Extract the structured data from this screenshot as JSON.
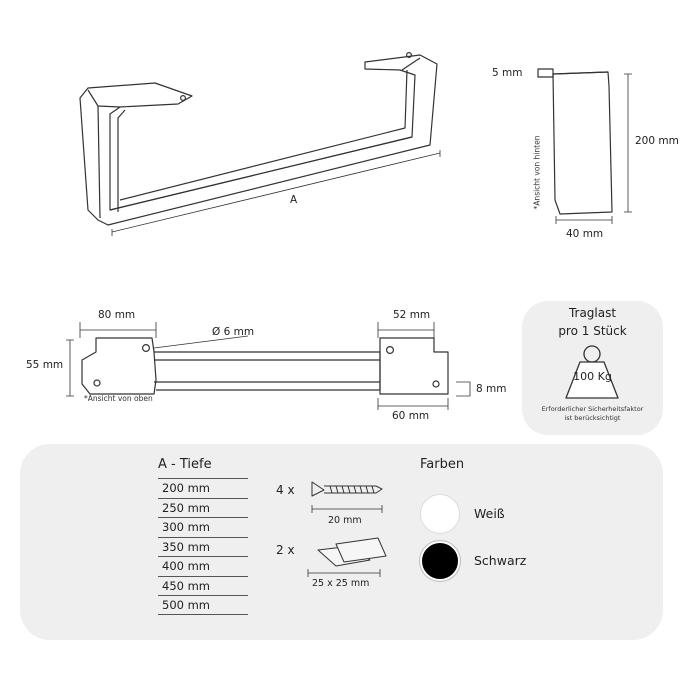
{
  "top_view": {
    "label_a": "A",
    "dim_height": "200 mm",
    "dim_width": "40 mm",
    "dim_plate": "5 mm",
    "rear_view_note": "*Ansicht von hinten"
  },
  "plan_view": {
    "dim_left_plate": "80 mm",
    "dim_right_plate": "52 mm",
    "dim_height": "55 mm",
    "dim_hole": "Ø 6 mm",
    "dim_offset": "8 mm",
    "dim_bottom": "60 mm",
    "top_view_note": "*Ansicht von oben"
  },
  "load": {
    "title_line1": "Traglast",
    "title_line2": "pro 1 Stück",
    "weight": "100 Kg",
    "note_line1": "Erforderlicher Sicherheitsfaktor",
    "note_line2": "ist berücksichtigt"
  },
  "depth_table": {
    "header": "A - Tiefe",
    "rows": [
      "200 mm",
      "250 mm",
      "300 mm",
      "350 mm",
      "400 mm",
      "450 mm",
      "500 mm"
    ]
  },
  "accessories": {
    "screw_qty": "4 x",
    "screw_size": "20 mm",
    "pad_qty": "2 x",
    "pad_size": "25 x 25 mm"
  },
  "colors": {
    "header": "Farben",
    "items": [
      {
        "label": "Weiß",
        "swatch": "#ffffff"
      },
      {
        "label": "Schwarz",
        "swatch": "#000000"
      }
    ]
  }
}
